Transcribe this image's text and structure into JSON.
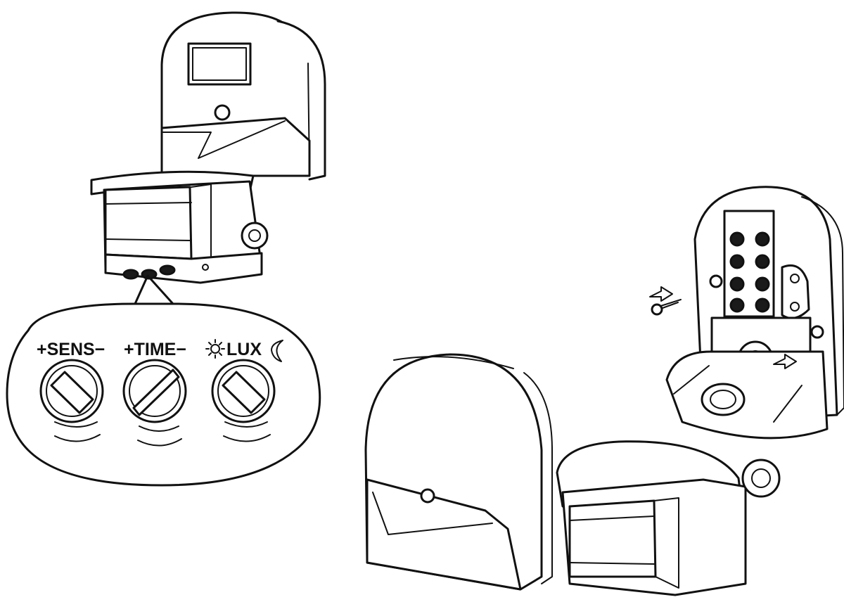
{
  "callout": {
    "labels": [
      {
        "id": "sens",
        "text": "+SENS−"
      },
      {
        "id": "time",
        "text": "+TIME−"
      },
      {
        "id": "lux",
        "text": "LUX"
      }
    ],
    "icons": {
      "lux_left": "sun-icon",
      "lux_right": "moon-icon"
    }
  },
  "colors": {
    "ink": "#111111",
    "paper": "#ffffff"
  }
}
